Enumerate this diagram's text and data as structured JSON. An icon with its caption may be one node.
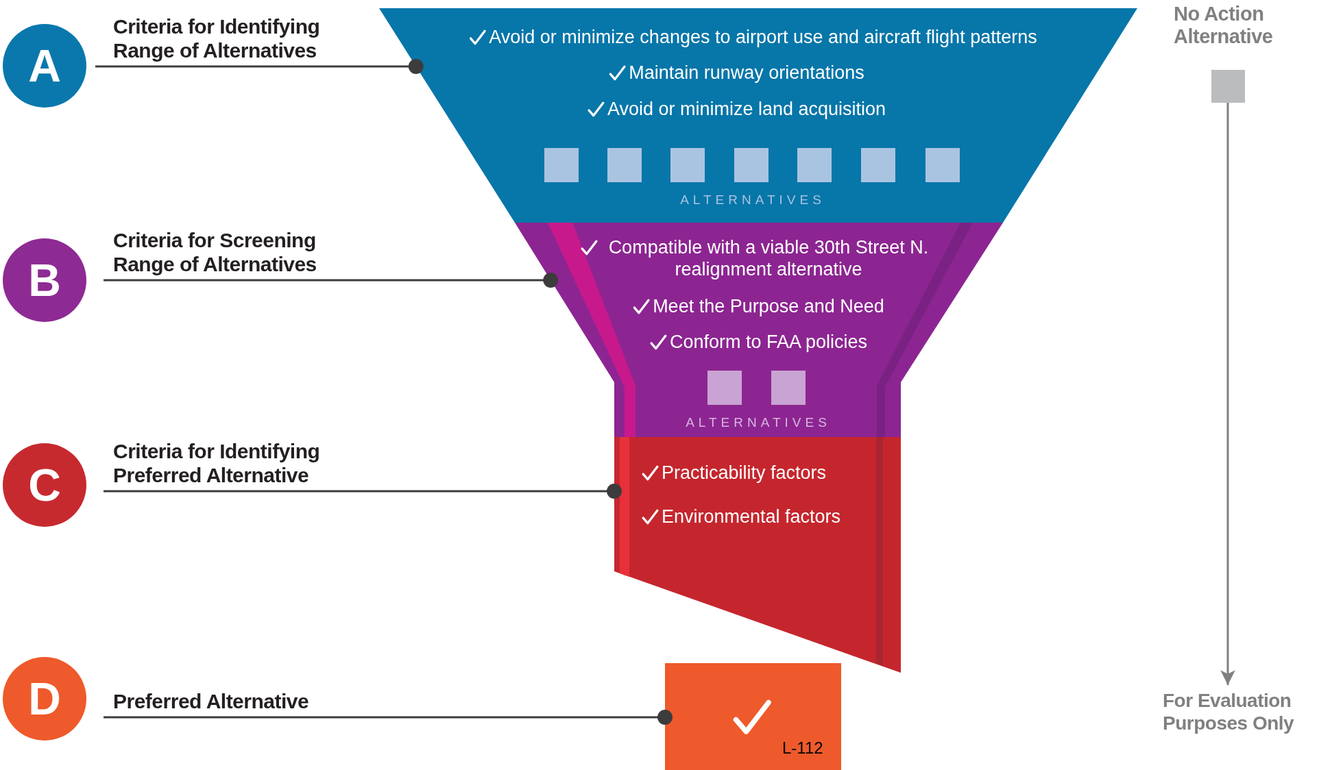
{
  "diagram": {
    "nodes": [
      {
        "text": [
          "A"
        ]
      },
      {
        "text": [
          "Criteria for Identifying Range of Alternatives"
        ]
      },
      {
        "text": [
          "Avoid or minimize changes to airport use and  aircraft flight patterns",
          "Maintain runway orientations",
          "Avoid or minimize land acquisition",
          "ALTERNATIVES"
        ]
      },
      {
        "text": [
          "B"
        ]
      },
      {
        "text": [
          "Criteria for Screening Range of Alternatives"
        ]
      },
      {
        "text": [
          "Compatible with a viable 30th Street N. realignment alternative",
          "Meet the Purpose and Need",
          "Conform to FAA policies",
          "ALTERNATIVES"
        ]
      },
      {
        "text": [
          "C"
        ]
      },
      {
        "text": [
          "Criteria for Identifying Preferred Alternative"
        ]
      },
      {
        "text": [
          "Practicability factors",
          "Environmental factors"
        ]
      },
      {
        "text": [
          "D"
        ]
      },
      {
        "text": [
          "Preferred Alternative"
        ]
      },
      {
        "text": [],
        "shape": "box"
      },
      {
        "text": [
          "No Action Alternative"
        ]
      },
      {
        "text": [
          "For Evaluation Purposes Only"
        ]
      }
    ],
    "edges": [
      {
        "from": 1,
        "to": 2,
        "arrow": "other"
      },
      {
        "from": 4,
        "to": 5,
        "arrow": "other"
      },
      {
        "from": 7,
        "to": 8,
        "arrow": "other"
      },
      {
        "from": 10,
        "to": 11,
        "arrow": "other"
      },
      {
        "from": 12,
        "to": 13,
        "arrow": "to",
        "color": "#808080"
      }
    ],
    "labels": [
      "L-112"
    ]
  }
}
